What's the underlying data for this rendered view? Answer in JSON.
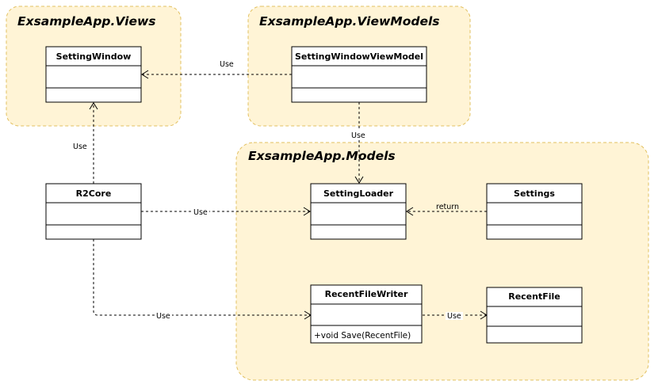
{
  "packages": {
    "views": {
      "title": "ExsampleApp.Views"
    },
    "viewmodels": {
      "title": "ExsampleApp.ViewModels"
    },
    "models": {
      "title": "ExsampleApp.Models"
    }
  },
  "classes": {
    "setting_window": {
      "name": "SettingWindow"
    },
    "setting_window_view_model": {
      "name": "SettingWindowViewModel"
    },
    "r2core": {
      "name": "R2Core"
    },
    "setting_loader": {
      "name": "SettingLoader"
    },
    "settings": {
      "name": "Settings"
    },
    "recent_file_writer": {
      "name": "RecentFileWriter",
      "method": "+void Save(RecentFile)"
    },
    "recent_file": {
      "name": "RecentFile"
    }
  },
  "relations": {
    "vm_to_window": "Use",
    "vm_to_loader": "Use",
    "core_to_window": "Use",
    "core_to_loader": "Use",
    "settings_to_loader": "return",
    "core_to_writer": "Use",
    "writer_to_recent": "Use"
  }
}
